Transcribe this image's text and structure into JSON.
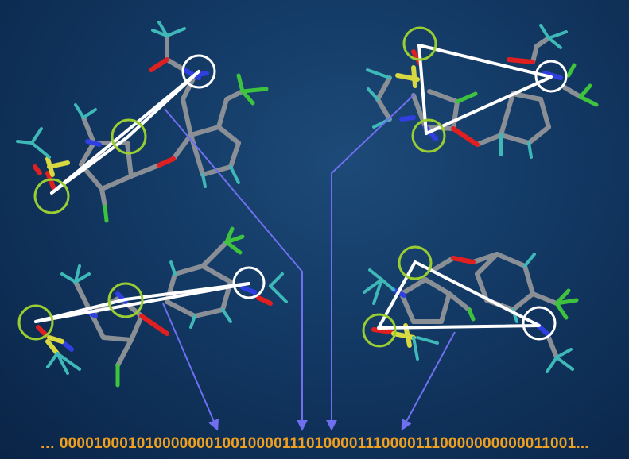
{
  "bitstring": "… 0000100010100000001001000011101000011100001110000000000011001...",
  "colors": {
    "background": "#123863",
    "bitstring": "#f0a020",
    "arrow": "#6f6ff0",
    "pharmacophore_triangle": "#ffffff",
    "ring_marker_white": "#ffffff",
    "ring_marker_green": "#9acd32",
    "bond_carbon": "#8a8f96",
    "bond_nitrogen": "#2f3fe0",
    "bond_oxygen": "#e02020",
    "bond_sulfur": "#d8d840",
    "bond_fluorine": "#3ec33e",
    "bond_hydrogen": "#3fb8b8"
  },
  "conformers": [
    {
      "name": "conformer-top-left",
      "triangle": "collinear"
    },
    {
      "name": "conformer-top-right",
      "triangle": "open"
    },
    {
      "name": "conformer-bottom-left",
      "triangle": "collinear"
    },
    {
      "name": "conformer-bottom-right",
      "triangle": "open"
    }
  ]
}
